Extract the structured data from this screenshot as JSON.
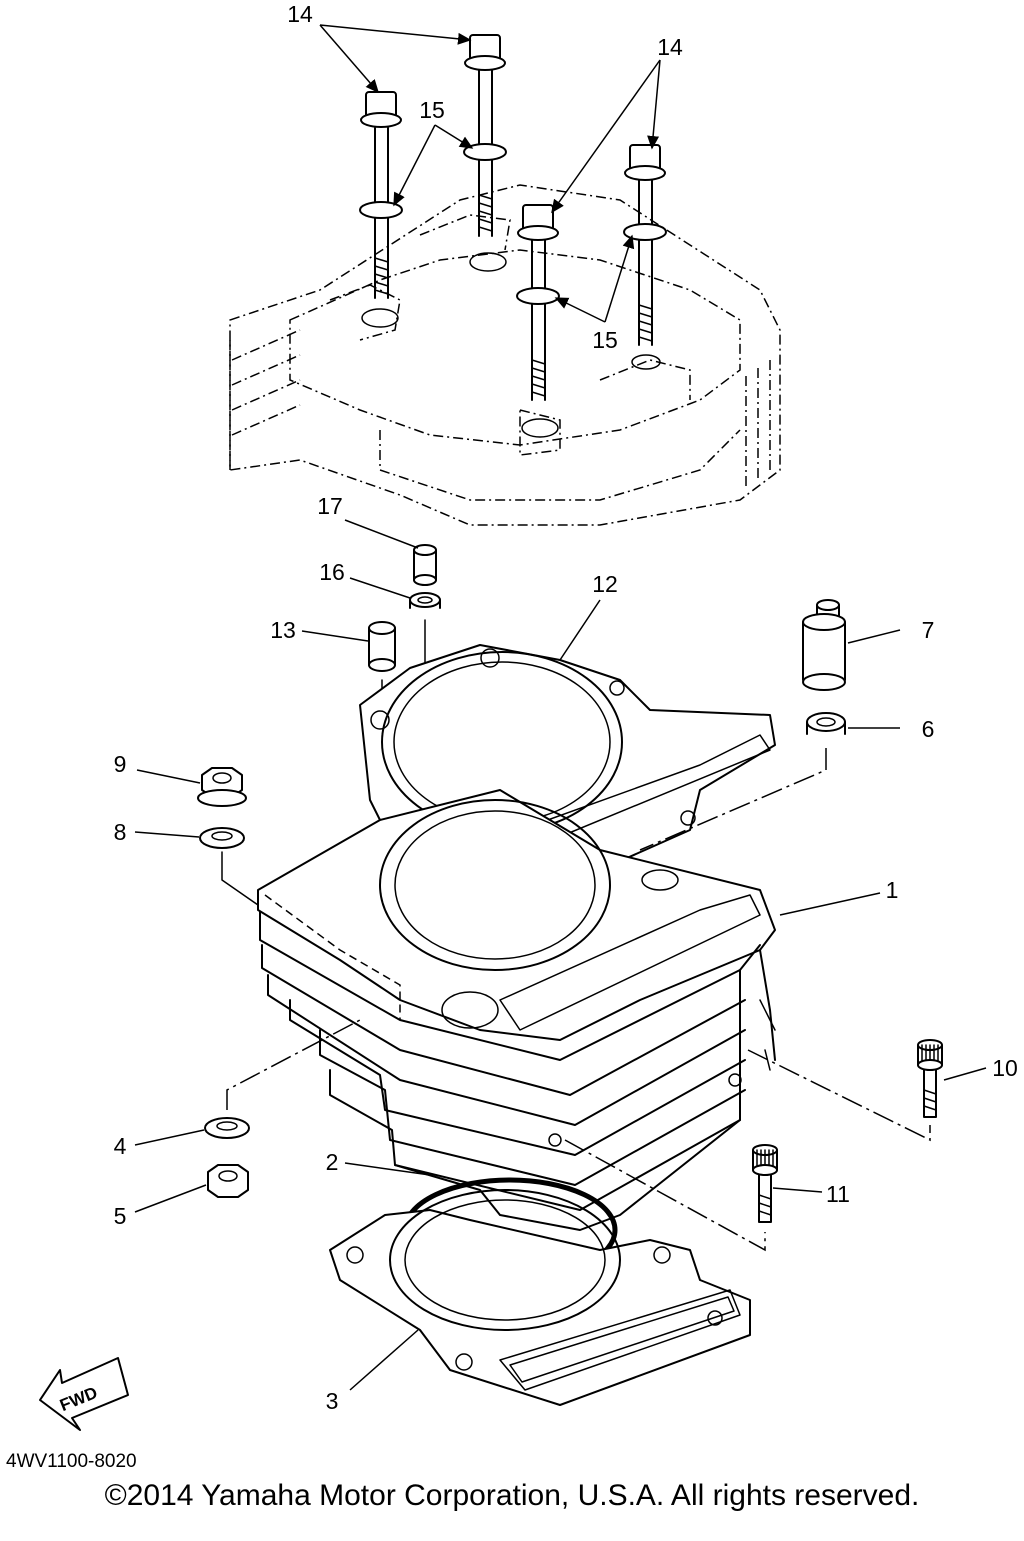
{
  "diagram": {
    "callouts": {
      "c1": "1",
      "c2": "2",
      "c3": "3",
      "c4": "4",
      "c5": "5",
      "c6": "6",
      "c7": "7",
      "c8": "8",
      "c9": "9",
      "c10": "10",
      "c11": "11",
      "c12": "12",
      "c13": "13",
      "c14a": "14",
      "c14b": "14",
      "c15a": "15",
      "c15b": "15",
      "c16": "16",
      "c17": "17"
    },
    "fwd_label": "FWD",
    "diagram_code": "4WV1100-8020",
    "copyright": "©2014 Yamaha Motor Corporation, U.S.A. All rights reserved."
  }
}
